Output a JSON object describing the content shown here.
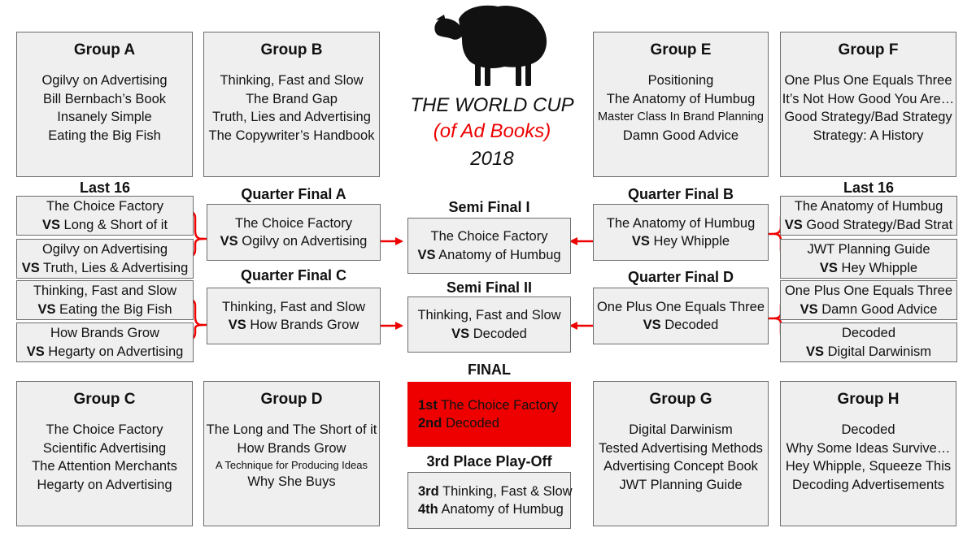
{
  "title": {
    "line1": "THE WORLD CUP",
    "line2": "(of Ad Books)",
    "line3": "2018",
    "accent_color": "#ee0000"
  },
  "icon": "sheep-icon",
  "groups": {
    "A": {
      "title": "Group A",
      "items": [
        "Ogilvy on Advertising",
        "Bill Bernbach’s Book",
        "Insanely Simple",
        "Eating the Big Fish"
      ]
    },
    "B": {
      "title": "Group B",
      "items": [
        "Thinking, Fast and Slow",
        "The Brand Gap",
        "Truth, Lies and Advertising",
        "The Copywriter’s Handbook"
      ]
    },
    "C": {
      "title": "Group C",
      "items": [
        "The Choice Factory",
        "Scientific Advertising",
        "The Attention Merchants",
        "Hegarty on Advertising"
      ]
    },
    "D": {
      "title": "Group D",
      "items": [
        "The Long and The Short of it",
        "How Brands Grow",
        "A Technique for Producing Ideas",
        "Why She Buys"
      ]
    },
    "E": {
      "title": "Group E",
      "items": [
        "Positioning",
        "The Anatomy of Humbug",
        "Master Class In Brand Planning",
        "Damn Good Advice"
      ]
    },
    "F": {
      "title": "Group F",
      "items": [
        "One Plus One Equals Three",
        "It’s Not How Good You Are…",
        "Good Strategy/Bad Strategy",
        "Strategy: A History"
      ]
    },
    "G": {
      "title": "Group G",
      "items": [
        "Digital Darwinism",
        "Tested Advertising Methods",
        "Advertising Concept Book",
        "JWT Planning Guide"
      ]
    },
    "H": {
      "title": "Group H",
      "items": [
        "Decoded",
        "Why Some Ideas Survive…",
        "Hey Whipple, Squeeze This",
        "Decoding Advertisements"
      ]
    }
  },
  "vs": "VS",
  "last16_left": {
    "heading": "Last 16",
    "matches": [
      {
        "a": "The Choice Factory",
        "b": "Long & Short of it"
      },
      {
        "a": "Ogilvy on Advertising",
        "b": "Truth, Lies & Advertising"
      },
      {
        "a": "Thinking, Fast and Slow",
        "b": "Eating the Big Fish"
      },
      {
        "a": "How Brands Grow",
        "b": "Hegarty on Advertising"
      }
    ]
  },
  "last16_right": {
    "heading": "Last 16",
    "matches": [
      {
        "a": "The Anatomy of Humbug",
        "b": "Good Strategy/Bad Strat"
      },
      {
        "a": "JWT Planning Guide",
        "b": "Hey Whipple"
      },
      {
        "a": "One Plus One Equals Three",
        "b": "Damn Good Advice"
      },
      {
        "a": "Decoded",
        "b": "Digital Darwinism"
      }
    ]
  },
  "quarter_finals": {
    "A": {
      "heading": "Quarter Final A",
      "a": "The Choice Factory",
      "b": "Ogilvy on Advertising"
    },
    "B": {
      "heading": "Quarter Final B",
      "a": "The Anatomy of Humbug",
      "b": "Hey Whipple"
    },
    "C": {
      "heading": "Quarter Final C",
      "a": "Thinking, Fast and Slow",
      "b": "How Brands Grow"
    },
    "D": {
      "heading": "Quarter Final D",
      "a": "One Plus One Equals Three",
      "b": "Decoded"
    }
  },
  "semi_finals": {
    "I": {
      "heading": "Semi Final I",
      "a": "The Choice Factory",
      "b": "Anatomy of Humbug"
    },
    "II": {
      "heading": "Semi Final II",
      "a": "Thinking, Fast and Slow",
      "b": "Decoded"
    }
  },
  "final": {
    "heading": "FINAL",
    "first_label": "1st",
    "first": "The Choice Factory",
    "second_label": "2nd",
    "second": "Decoded"
  },
  "third_place": {
    "heading": "3rd Place Play-Off",
    "third_label": "3rd",
    "third": "Thinking, Fast & Slow",
    "fourth_label": "4th",
    "fourth": "Anatomy of Humbug"
  }
}
